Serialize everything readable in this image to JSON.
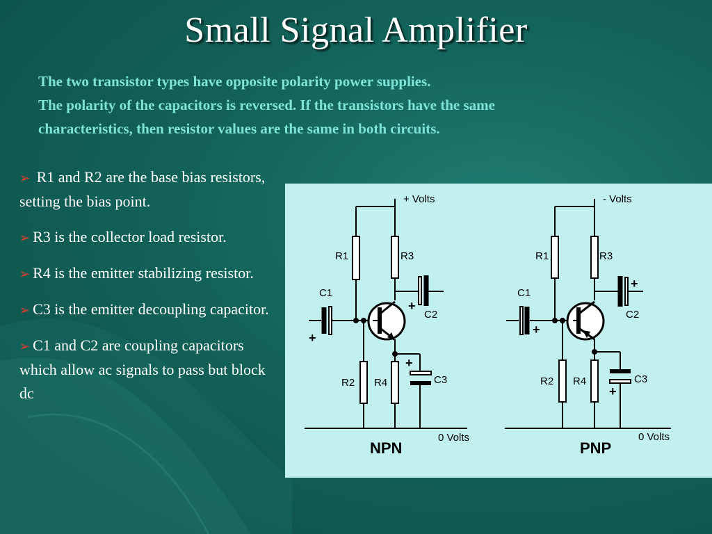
{
  "title": "Small Signal Amplifier",
  "intro": [
    "The two transistor types have opposite polarity power supplies.",
    "The polarity of  the capacitors is reversed. If  the transistors have the same",
    "characteristics, then resistor values are the same in both circuits."
  ],
  "bullets": [
    " R1 and R2 are the base bias resistors, setting the bias point.",
    "R3 is the collector load resistor.",
    "R4 is the emitter stabilizing resistor.",
    "C3 is the emitter decoupling capacitor.",
    "C1 and C2 are coupling capacitors which allow ac signals to pass but block dc"
  ],
  "colors": {
    "background": "#126259",
    "accent_text": "#7fe3d7",
    "bullet_arrow": "#e63b2e",
    "panel": "#c1f0ef"
  },
  "diagram": {
    "npn": {
      "supply_label": "+ Volts",
      "ground_label": "0 Volts",
      "name": "NPN",
      "r1": "R1",
      "r2": "R2",
      "r3": "R3",
      "r4": "R4",
      "c1": "C1",
      "c2": "C2",
      "c3": "C3",
      "plus": "+"
    },
    "pnp": {
      "supply_label": "- Volts",
      "ground_label": "0 Volts",
      "name": "PNP",
      "r1": "R1",
      "r2": "R2",
      "r3": "R3",
      "r4": "R4",
      "c1": "C1",
      "c2": "C2",
      "c3": "C3",
      "plus": "+"
    }
  }
}
